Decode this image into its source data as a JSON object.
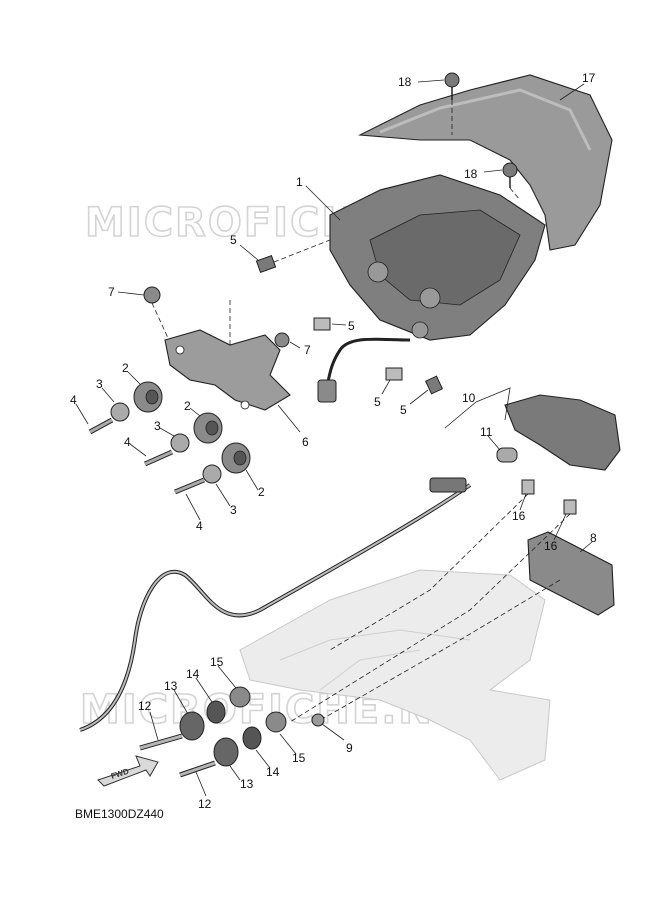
{
  "drawing": {
    "code": "BME1300DZ440",
    "forward_arrow_label": "FWD",
    "watermarks": [
      "MICROFICHE.NET",
      "MICROFICHE.NET"
    ]
  },
  "callouts": [
    {
      "id": "c1",
      "label": "1"
    },
    {
      "id": "c2a",
      "label": "2"
    },
    {
      "id": "c2b",
      "label": "2"
    },
    {
      "id": "c2c",
      "label": "2"
    },
    {
      "id": "c3a",
      "label": "3"
    },
    {
      "id": "c3b",
      "label": "3"
    },
    {
      "id": "c3c",
      "label": "3"
    },
    {
      "id": "c4a",
      "label": "4"
    },
    {
      "id": "c4b",
      "label": "4"
    },
    {
      "id": "c4c",
      "label": "4"
    },
    {
      "id": "c5a",
      "label": "5"
    },
    {
      "id": "c5b",
      "label": "5"
    },
    {
      "id": "c5c",
      "label": "5"
    },
    {
      "id": "c5d",
      "label": "5"
    },
    {
      "id": "c6",
      "label": "6"
    },
    {
      "id": "c7a",
      "label": "7"
    },
    {
      "id": "c7b",
      "label": "7"
    },
    {
      "id": "c8",
      "label": "8"
    },
    {
      "id": "c9",
      "label": "9"
    },
    {
      "id": "c10",
      "label": "10"
    },
    {
      "id": "c11",
      "label": "11"
    },
    {
      "id": "c12a",
      "label": "12"
    },
    {
      "id": "c12b",
      "label": "12"
    },
    {
      "id": "c13a",
      "label": "13"
    },
    {
      "id": "c13b",
      "label": "13"
    },
    {
      "id": "c14a",
      "label": "14"
    },
    {
      "id": "c14b",
      "label": "14"
    },
    {
      "id": "c15a",
      "label": "15"
    },
    {
      "id": "c15b",
      "label": "15"
    },
    {
      "id": "c16a",
      "label": "16"
    },
    {
      "id": "c16b",
      "label": "16"
    },
    {
      "id": "c17",
      "label": "17"
    },
    {
      "id": "c18a",
      "label": "18"
    },
    {
      "id": "c18b",
      "label": "18"
    }
  ],
  "colors": {
    "line": "#222222",
    "part_fill": "#8c8c8c",
    "part_dark": "#5a5a5a",
    "ghost": "#e6e6e6"
  }
}
